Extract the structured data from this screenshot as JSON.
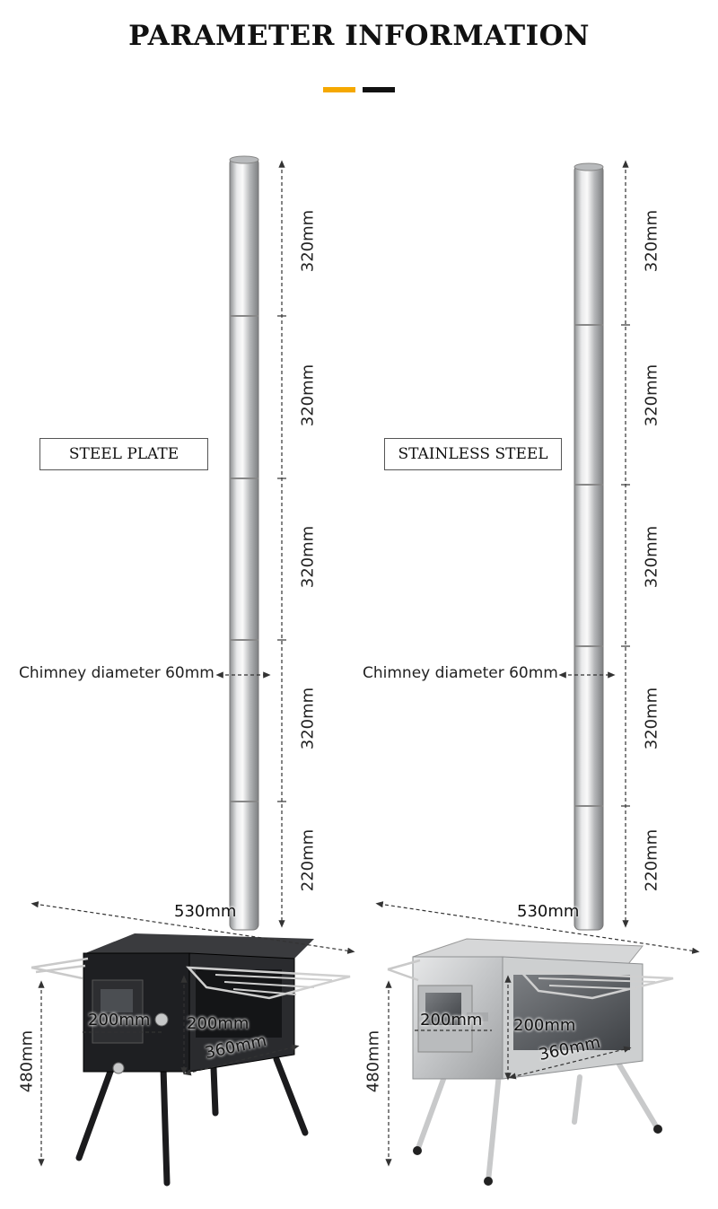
{
  "title": "PARAMETER INFORMATION",
  "accent_colors": [
    "#f5a800",
    "#111111"
  ],
  "products": [
    {
      "label": "STEEL PLATE",
      "body_color": "#1e1f22",
      "pipe_segments": [
        "320mm",
        "320mm",
        "320mm",
        "320mm",
        "220mm"
      ],
      "chimney_note": "Chimney diameter 60mm",
      "width": "530mm",
      "height": "480mm",
      "door_height": "200mm",
      "side_height": "200mm",
      "depth": "360mm"
    },
    {
      "label": "STAINLESS STEEL",
      "body_color": "#c9cacb",
      "pipe_segments": [
        "320mm",
        "320mm",
        "320mm",
        "320mm",
        "220mm"
      ],
      "chimney_note": "Chimney diameter 60mm",
      "width": "530mm",
      "height": "480mm",
      "door_height": "200mm",
      "side_height": "200mm",
      "depth": "360mm"
    }
  ]
}
